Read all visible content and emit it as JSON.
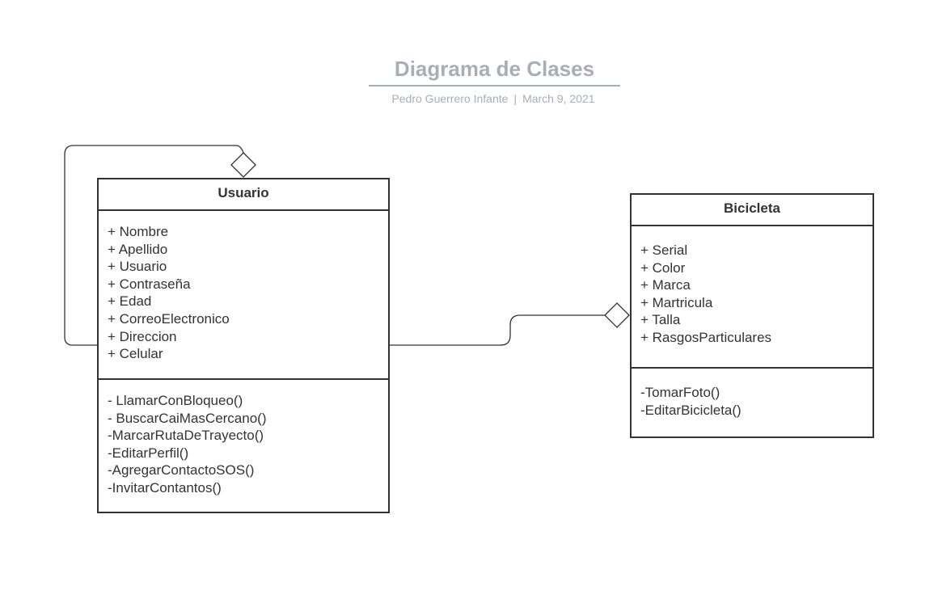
{
  "document": {
    "title": "Diagrama de Clases",
    "author": "Pedro Guerrero Infante",
    "separator": "|",
    "date": "March 9, 2021"
  },
  "classes": {
    "usuario": {
      "name": "Usuario",
      "attributes": [
        "+ Nombre",
        "+ Apellido",
        "+ Usuario",
        "+ Contraseña",
        "+ Edad",
        "+ CorreoElectronico",
        "+ Direccion",
        "+ Celular"
      ],
      "methods": [
        "- LlamarConBloqueo()",
        "- BuscarCaiMasCercano()",
        "-MarcarRutaDeTrayecto()",
        "-EditarPerfil()",
        "-AgregarContactoSOS()",
        "-InvitarContantos()"
      ]
    },
    "bicicleta": {
      "name": "Bicicleta",
      "attributes": [
        "+ Serial",
        "+ Color",
        "+ Marca",
        "+ Martricula",
        "+ Talla",
        "+ RasgosParticulares"
      ],
      "methods": [
        "-TomarFoto()",
        "-EditarBicicleta()"
      ]
    }
  },
  "relations": [
    {
      "from": "usuario",
      "to": "usuario",
      "type": "aggregation"
    },
    {
      "from": "usuario",
      "to": "bicicleta",
      "type": "aggregation"
    }
  ],
  "colors": {
    "line": "#333333",
    "title": "#a9adb4"
  }
}
